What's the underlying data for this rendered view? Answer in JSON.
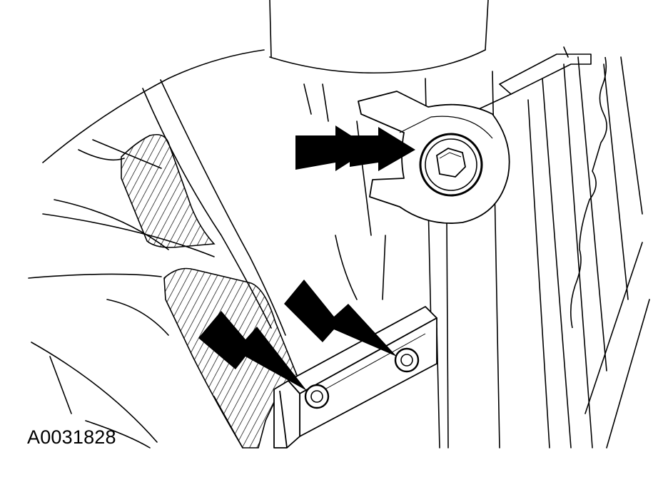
{
  "figure": {
    "id_label": "A0031828",
    "callouts": [
      {
        "name": "upper-bolt",
        "icon": "arrow-icon"
      },
      {
        "name": "lower-left-screw",
        "icon": "arrow-icon"
      },
      {
        "name": "lower-right-screw",
        "icon": "arrow-icon"
      }
    ],
    "colors": {
      "ink": "#000000",
      "paper": "#ffffff"
    }
  }
}
